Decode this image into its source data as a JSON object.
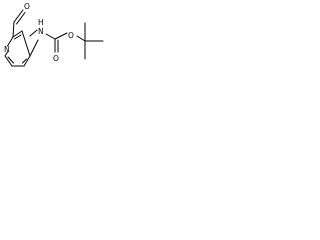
{
  "molecule": {
    "atom_labels": {
      "nitrogen_ring": "N",
      "nitrogen_amide": "N",
      "hydrogen_amide": "H",
      "oxygen_aldehyde": "O",
      "oxygen_carbonyl": "O",
      "oxygen_ester": "O"
    }
  }
}
